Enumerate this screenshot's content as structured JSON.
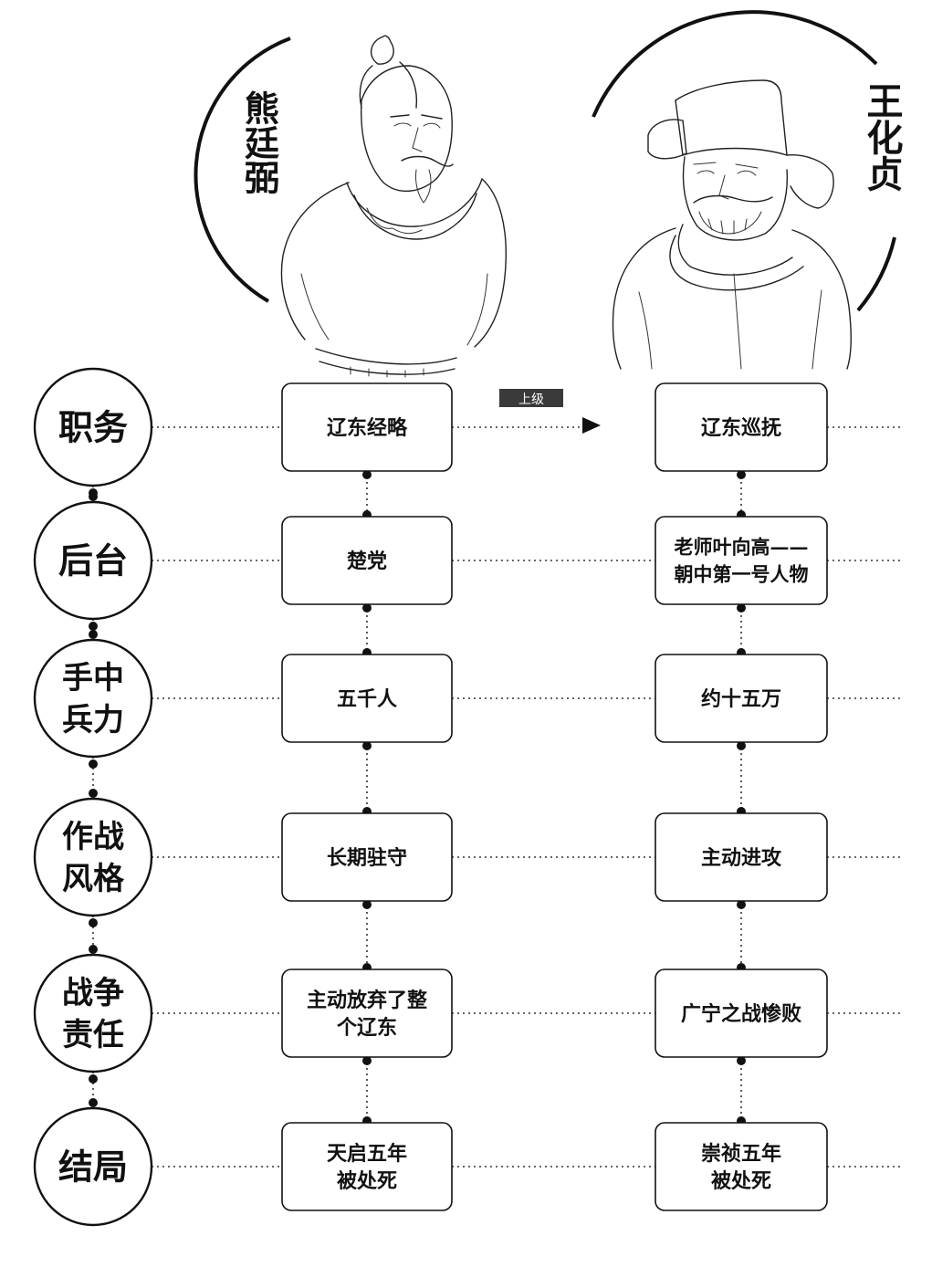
{
  "people": {
    "left_name": "熊廷弼",
    "right_name": "王化贞"
  },
  "arrow_label": "上级",
  "rows": [
    {
      "category": [
        "职务"
      ],
      "left": [
        "辽东经略"
      ],
      "right": [
        "辽东巡抚"
      ]
    },
    {
      "category": [
        "后台"
      ],
      "left": [
        "楚党"
      ],
      "right": [
        "老师叶向高——",
        "朝中第一号人物"
      ]
    },
    {
      "category": [
        "手中",
        "兵力"
      ],
      "left": [
        "五千人"
      ],
      "right": [
        "约十五万"
      ]
    },
    {
      "category": [
        "作战",
        "风格"
      ],
      "left": [
        "长期驻守"
      ],
      "right": [
        "主动进攻"
      ]
    },
    {
      "category": [
        "战争",
        "责任"
      ],
      "left": [
        "主动放弃了整",
        "个辽东"
      ],
      "right": [
        "广宁之战惨败"
      ]
    },
    {
      "category": [
        "结局"
      ],
      "left": [
        "天启五年",
        "被处死"
      ],
      "right": [
        "崇祯五年",
        "被处死"
      ]
    }
  ],
  "icons": {
    "left_portrait": "official-portrait-topknot",
    "right_portrait": "official-portrait-winged-hat",
    "arrow": "arrow-right-icon"
  }
}
